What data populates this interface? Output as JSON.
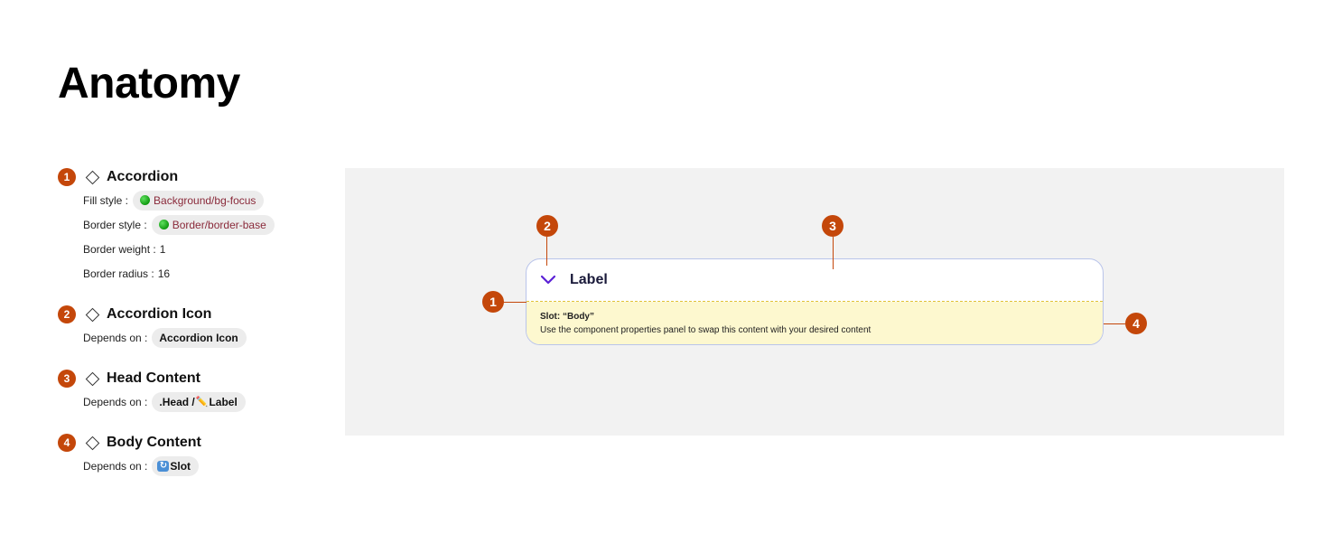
{
  "title": "Anatomy",
  "sections": [
    {
      "number": "1",
      "title": "Accordion",
      "props": [
        {
          "key": "Fill style :",
          "value": "Background/bg-focus"
        },
        {
          "key": "Border style :",
          "value": "Border/border-base"
        },
        {
          "key": "Border weight :",
          "value": "1"
        },
        {
          "key": "Border radius :",
          "value": "16"
        }
      ]
    },
    {
      "number": "2",
      "title": "Accordion Icon",
      "props": [
        {
          "key": "Depends on :",
          "value": "Accordion Icon"
        }
      ]
    },
    {
      "number": "3",
      "title": "Head Content",
      "props": [
        {
          "key": "Depends on :",
          "value_prefix": ".Head /",
          "value_suffix": "Label"
        }
      ]
    },
    {
      "number": "4",
      "title": "Body Content",
      "props": [
        {
          "key": "Depends on :",
          "value": "Slot"
        }
      ]
    }
  ],
  "accordion": {
    "label": "Label",
    "slot_title": "Slot: “Body”",
    "slot_desc": "Use the component properties panel to swap this content with your desired content"
  },
  "markers": [
    "1",
    "2",
    "3",
    "4"
  ],
  "colors": {
    "marker": "#c4470a",
    "canvas": "#f2f2f2",
    "chevron": "#5b21d6",
    "accordion_border": "#b9c4ea",
    "body_fill": "#fdf8cf",
    "token_text": "#8a2a3a"
  },
  "icons": [
    "diamond-icon",
    "green-dot-icon",
    "pencil-icon",
    "slot-icon",
    "chevron-down-icon"
  ]
}
